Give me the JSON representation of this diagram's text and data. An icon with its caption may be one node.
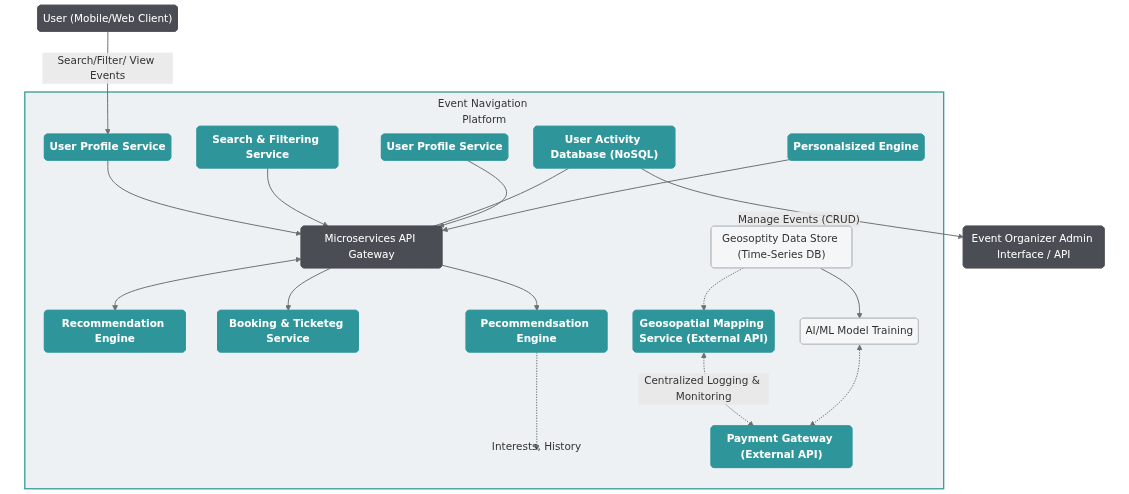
{
  "diagram": {
    "nodes": [
      {
        "text": [
          "Event Navigation Platform"
        ]
      },
      {
        "text": [
          "User (Mobile/Web Client)"
        ]
      },
      {
        "text": [
          "User Profile Service"
        ],
        "in": 0
      },
      {
        "text": [
          "Search & Filtering Service"
        ],
        "in": 0
      },
      {
        "text": [
          "User Activity Database (NoSQL)"
        ],
        "in": 0
      },
      {
        "text": [
          "Event Organizer Admin Interface / API"
        ]
      },
      {
        "text": [
          "User Profile Service"
        ],
        "in": 0
      },
      {
        "text": [
          "Microservices API Gateway"
        ],
        "in": 0
      },
      {
        "text": [
          "Recommendation Engine"
        ],
        "in": 0
      },
      {
        "text": [
          "Booking & Ticketeg Service"
        ],
        "in": 0
      },
      {
        "text": [
          "Personalsized Engine"
        ],
        "in": 0
      },
      {
        "text": [
          "Pecommendsation Engine"
        ],
        "in": 0
      },
      {
        "text": [
          "Interests, History"
        ],
        "in": 0
      },
      {
        "text": [
          "Geosopatial Mapping Service (External API)"
        ],
        "in": 0
      },
      {
        "text": [
          "Payment Gateway (External API)"
        ],
        "in": 0
      },
      {
        "text": [
          "Geosoptity Data Store (Time-Series DB)"
        ],
        "in": 0
      },
      {
        "text": [
          "AI/ML Model Training"
        ],
        "in": 0
      }
    ],
    "edges": [
      {
        "from": 1,
        "to": 2,
        "arrow": "to",
        "label": "Search/Filter/ View Events"
      },
      {
        "from": 4,
        "to": 5,
        "arrow": "to",
        "label": "Manage Events (CRUD)"
      },
      {
        "from": 2,
        "to": 7,
        "arrow": "to"
      },
      {
        "from": 3,
        "to": 7,
        "arrow": "to"
      },
      {
        "from": 4,
        "to": 7,
        "arrow": "none"
      },
      {
        "from": 7,
        "to": 8,
        "arrow": "both"
      },
      {
        "from": 6,
        "to": 7,
        "arrow": "to"
      },
      {
        "from": 10,
        "to": 7,
        "arrow": "to"
      },
      {
        "from": 7,
        "to": 9,
        "arrow": "to"
      },
      {
        "from": 7,
        "to": 11,
        "arrow": "to"
      },
      {
        "from": 11,
        "to": 12,
        "arrow": "to",
        "style": "dashed"
      },
      {
        "from": 13,
        "to": 14,
        "arrow": "both",
        "style": "dashed",
        "label": "Centralized Logging & Monitoring"
      },
      {
        "from": 15,
        "to": 13,
        "arrow": "to",
        "style": "dashed"
      },
      {
        "from": 15,
        "to": 16,
        "arrow": "to"
      },
      {
        "from": 16,
        "to": 14,
        "arrow": "both",
        "style": "dashed"
      }
    ]
  }
}
